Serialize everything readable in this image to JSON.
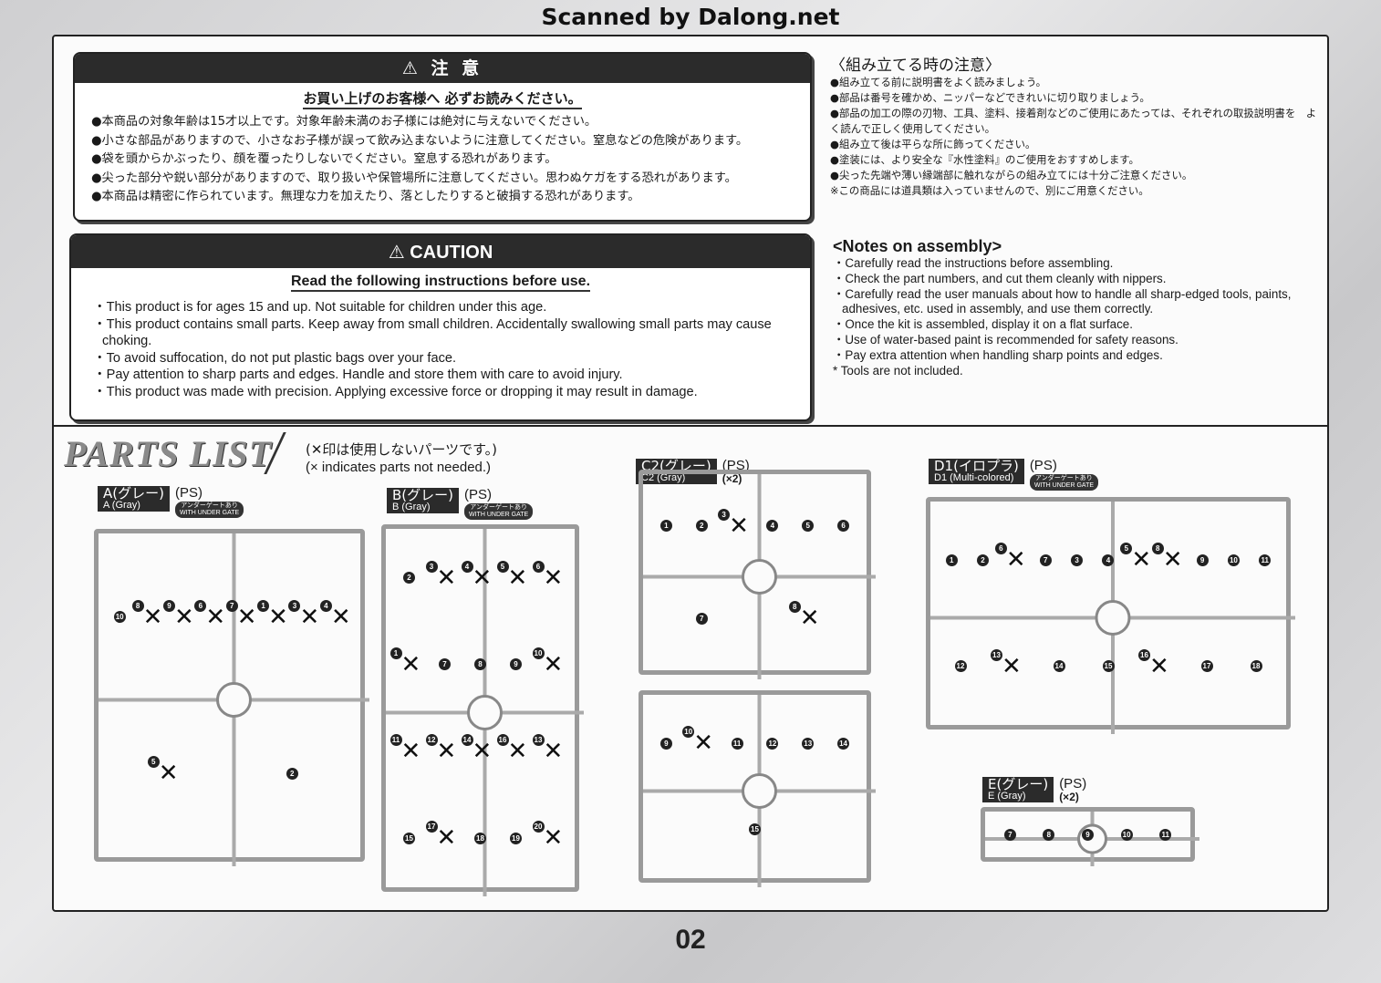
{
  "header": {
    "scanned_by": "Scanned by Dalong.net"
  },
  "caution_jp": {
    "title": "⚠ 注 意",
    "subtitle": "お買い上げのお客様へ 必ずお読みください。",
    "items": [
      "●本商品の対象年齢は15才以上です。対象年齢未満のお子様には絶対に与えないでください。",
      "●小さな部品がありますので、小さなお子様が誤って飲み込まないように注意してください。窒息などの危険があります。",
      "●袋を頭からかぶったり、顔を覆ったりしないでください。窒息する恐れがあります。",
      "●尖った部分や鋭い部分がありますので、取り扱いや保管場所に注意してください。思わぬケガをする恐れがあります。",
      "●本商品は精密に作られています。無理な力を加えたり、落としたりすると破損する恐れがあります。"
    ]
  },
  "caution_en": {
    "title": "⚠ CAUTION",
    "subtitle": "Read the following instructions before use.",
    "items": [
      "This product is for ages 15 and up. Not suitable for children under this age.",
      "This product contains small parts. Keep away from small children. Accidentally swallowing small parts may cause choking.",
      "To avoid suffocation, do not put plastic bags over your face.",
      "Pay attention to sharp parts and edges. Handle and store them with care to avoid injury.",
      "This product was made with precision. Applying excessive force or dropping it may result in damage."
    ]
  },
  "assembly_jp": {
    "title": "〈組み立てる時の注意〉",
    "items": [
      "●組み立てる前に説明書をよく読みましょう。",
      "●部品は番号を確かめ、ニッパーなどできれいに切り取りましょう。",
      "●部品の加工の際の刃物、工具、塗料、接着剤などのご使用にあたっては、それぞれの取扱説明書を　よく読んで正しく使用してください。",
      "●組み立て後は平らな所に飾ってください。",
      "●塗装には、より安全な『水性塗料』のご使用をおすすめします。",
      "●尖った先端や薄い縁端部に触れながらの組み立てには十分ご注意ください。",
      "※この商品には道具類は入っていませんので、別にご用意ください。"
    ]
  },
  "assembly_en": {
    "title": "<Notes on assembly>",
    "items": [
      "・Carefully read the instructions before assembling.",
      "・Check the part numbers, and cut them cleanly with nippers.",
      "・Carefully read the user manuals about how to handle all sharp-edged tools, paints, adhesives, etc. used in assembly, and use them correctly.",
      "・Once the kit is assembled, display it on a flat surface.",
      "・Use of water-based paint is recommended for safety reasons.",
      "・Pay extra attention when handling sharp points and edges.",
      "* Tools are not included."
    ]
  },
  "parts_list": {
    "title": "PARTS LIST",
    "note_jp": "(✕印は使用しないパーツです。)",
    "note_en": "(× indicates parts not needed.)",
    "runners": [
      {
        "id": "a",
        "jp": "A(グレー)",
        "en": "A (Gray)",
        "material": "(PS)",
        "gate_jp": "アンダーゲートあり",
        "gate_en": "WITH UNDER GATE",
        "qty": "",
        "parts": [
          {
            "n": "10",
            "x": false
          },
          {
            "n": "8",
            "x": true
          },
          {
            "n": "9",
            "x": true
          },
          {
            "n": "6",
            "x": true
          },
          {
            "n": "7",
            "x": true
          },
          {
            "n": "1",
            "x": true
          },
          {
            "n": "3",
            "x": true
          },
          {
            "n": "4",
            "x": true
          },
          {
            "n": "5",
            "x": true
          },
          {
            "n": "2",
            "x": false
          }
        ]
      },
      {
        "id": "b",
        "jp": "B(グレー)",
        "en": "B (Gray)",
        "material": "(PS)",
        "gate_jp": "アンダーゲートあり",
        "gate_en": "WITH UNDER GATE",
        "qty": "",
        "parts": [
          {
            "n": "2",
            "x": false
          },
          {
            "n": "3",
            "x": true
          },
          {
            "n": "4",
            "x": true
          },
          {
            "n": "5",
            "x": true
          },
          {
            "n": "6",
            "x": true
          },
          {
            "n": "1",
            "x": true
          },
          {
            "n": "7",
            "x": false
          },
          {
            "n": "8",
            "x": false
          },
          {
            "n": "9",
            "x": false
          },
          {
            "n": "10",
            "x": true
          },
          {
            "n": "11",
            "x": true
          },
          {
            "n": "12",
            "x": true
          },
          {
            "n": "14",
            "x": true
          },
          {
            "n": "16",
            "x": true
          },
          {
            "n": "13",
            "x": true
          },
          {
            "n": "15",
            "x": false
          },
          {
            "n": "17",
            "x": true
          },
          {
            "n": "18",
            "x": false
          },
          {
            "n": "19",
            "x": false
          },
          {
            "n": "20",
            "x": true
          }
        ]
      },
      {
        "id": "c",
        "jp": "C2(グレー)",
        "en": "C2 (Gray)",
        "material": "(PS)",
        "gate_jp": "",
        "gate_en": "",
        "qty": "(×2)",
        "parts": [
          {
            "n": "1",
            "x": false
          },
          {
            "n": "2",
            "x": false
          },
          {
            "n": "3",
            "x": true
          },
          {
            "n": "4",
            "x": false
          },
          {
            "n": "5",
            "x": false
          },
          {
            "n": "6",
            "x": false
          },
          {
            "n": "7",
            "x": false
          },
          {
            "n": "8",
            "x": true
          },
          {
            "n": "9",
            "x": false
          },
          {
            "n": "10",
            "x": true
          },
          {
            "n": "11",
            "x": false
          },
          {
            "n": "12",
            "x": false
          },
          {
            "n": "13",
            "x": false
          },
          {
            "n": "14",
            "x": false
          },
          {
            "n": "15",
            "x": false
          }
        ]
      },
      {
        "id": "d",
        "jp": "D1(イロプラ)",
        "en": "D1 (Multi-colored)",
        "material": "(PS)",
        "gate_jp": "アンダーゲートあり",
        "gate_en": "WITH UNDER GATE",
        "qty": "",
        "parts": [
          {
            "n": "1",
            "x": false
          },
          {
            "n": "2",
            "x": false
          },
          {
            "n": "6",
            "x": true
          },
          {
            "n": "7",
            "x": false
          },
          {
            "n": "3",
            "x": false
          },
          {
            "n": "4",
            "x": false
          },
          {
            "n": "5",
            "x": true
          },
          {
            "n": "8",
            "x": true
          },
          {
            "n": "9",
            "x": false
          },
          {
            "n": "10",
            "x": false
          },
          {
            "n": "11",
            "x": false
          },
          {
            "n": "12",
            "x": false
          },
          {
            "n": "13",
            "x": true
          },
          {
            "n": "14",
            "x": false
          },
          {
            "n": "15",
            "x": false
          },
          {
            "n": "16",
            "x": true
          },
          {
            "n": "17",
            "x": false
          },
          {
            "n": "18",
            "x": false
          }
        ]
      },
      {
        "id": "e",
        "jp": "E(グレー)",
        "en": "E (Gray)",
        "material": "(PS)",
        "gate_jp": "",
        "gate_en": "",
        "qty": "(×2)",
        "parts": [
          {
            "n": "7",
            "x": false
          },
          {
            "n": "8",
            "x": false
          },
          {
            "n": "9",
            "x": false
          },
          {
            "n": "10",
            "x": false
          },
          {
            "n": "11",
            "x": false
          }
        ]
      }
    ]
  },
  "footer": {
    "page_number": "02"
  }
}
